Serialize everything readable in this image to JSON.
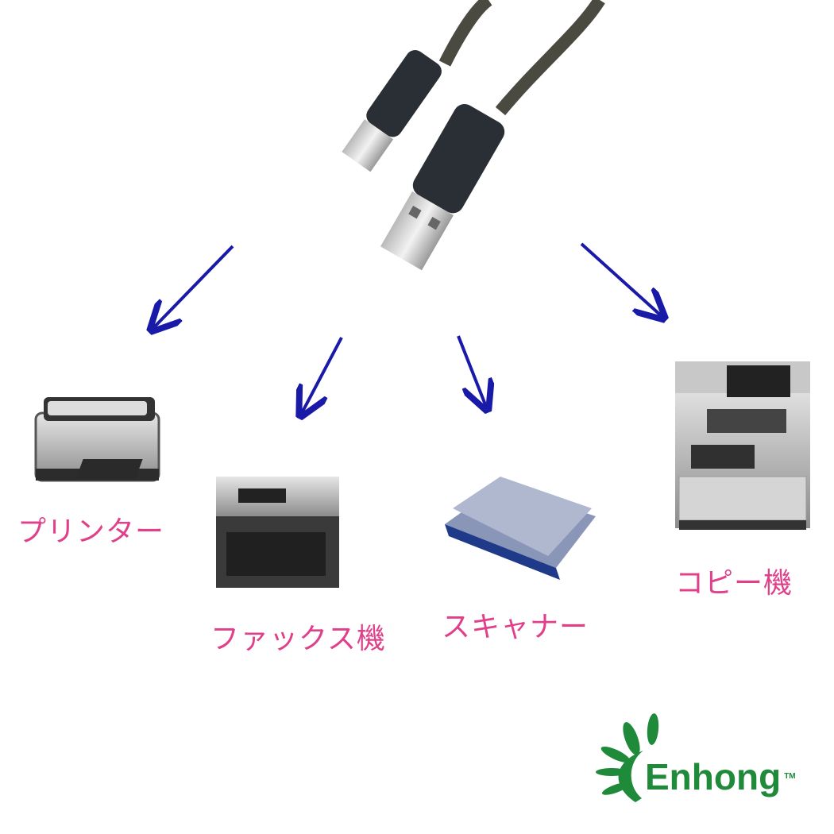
{
  "devices": [
    {
      "label": "プリンター"
    },
    {
      "label": "ファックス機"
    },
    {
      "label": "スキャナー"
    },
    {
      "label": "コピー機"
    }
  ],
  "logo": {
    "brand": "Enhong",
    "trademark": "TM"
  },
  "colors": {
    "arrow": "#1a1aa8",
    "label": "#e0408a",
    "logo": "#1f8a3a"
  }
}
